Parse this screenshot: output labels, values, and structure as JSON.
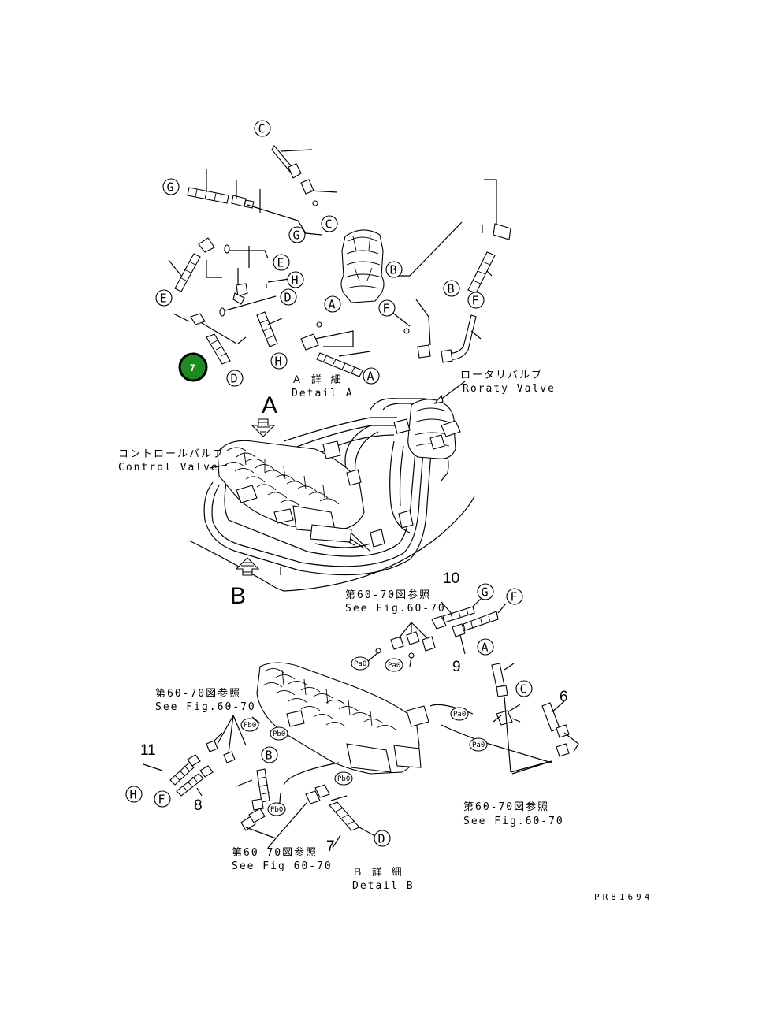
{
  "callouts": [
    "C",
    "G",
    "G",
    "C",
    "E",
    "B",
    "H",
    "B",
    "D",
    "E",
    "A",
    "F",
    "F",
    "H",
    "D",
    "A"
  ],
  "detail_a": {
    "jp": "Ａ 詳 細",
    "en": "Detail A"
  },
  "rotary_valve": {
    "jp": "ロータリバルブ",
    "en": "Roraty Valve"
  },
  "control_valve": {
    "jp": "コントロールバルブ",
    "en": "Control Valve"
  },
  "arrow_a": "A",
  "arrow_b": "B",
  "ref_top": {
    "jp": "第60-70図参照",
    "en": "See Fig.60-70"
  },
  "ref_left": {
    "jp": "第60-70図参照",
    "en": "See Fig.60-70"
  },
  "ref_right": {
    "jp": "第60-70図参照",
    "en": "See Fig.60-70"
  },
  "ref_bottom": {
    "jp": "第60-70図参照",
    "en": "See Fig 60-70"
  },
  "detail_b": {
    "jp": "Ｂ 詳 細",
    "en": "Detail B"
  },
  "part_numbers": [
    "10",
    "9",
    "6",
    "11",
    "8",
    "7"
  ],
  "callouts_b": [
    "G",
    "F",
    "A",
    "C",
    "H",
    "F",
    "B",
    "D"
  ],
  "port_tags": [
    "Pa0",
    "Pa0",
    "Pb0",
    "Pb0",
    "Pa0",
    "Pa0",
    "Pb0",
    "Pb0"
  ],
  "drawing_code": "PR81694",
  "hotspot": {
    "label": "7",
    "color": "#1f8a1f"
  }
}
